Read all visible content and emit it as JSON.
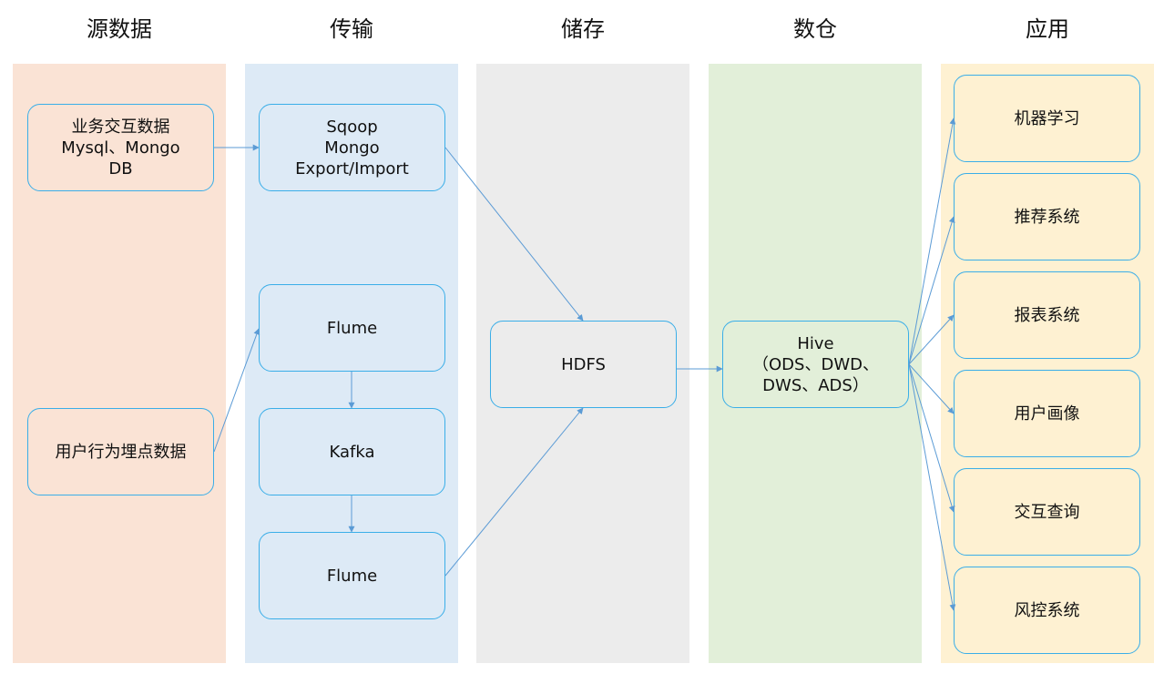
{
  "columns": {
    "source": "源数据",
    "transport": "传输",
    "storage": "储存",
    "warehouse": "数仓",
    "application": "应用"
  },
  "colors": {
    "lane_source": "#fae3d5",
    "lane_transport": "#ddeaf6",
    "lane_storage": "#ececec",
    "lane_warehouse": "#e2efd9",
    "lane_application": "#fef1d2",
    "node_border": "#3aaee8",
    "arrow": "#5b9bd5"
  },
  "nodes": {
    "business_data": [
      "业务交互数据",
      "Mysql、Mongo",
      "DB"
    ],
    "user_tracking": [
      "用户行为埋点数据"
    ],
    "sqoop": [
      "Sqoop",
      "Mongo",
      "Export/Import"
    ],
    "flume1": [
      "Flume"
    ],
    "kafka": [
      "Kafka"
    ],
    "flume2": [
      "Flume"
    ],
    "hdfs": [
      "HDFS"
    ],
    "hive": [
      "Hive",
      "（ODS、DWD、",
      "DWS、ADS）"
    ],
    "app_ml": [
      "机器学习"
    ],
    "app_recommend": [
      "推荐系统"
    ],
    "app_report": [
      "报表系统"
    ],
    "app_profile": [
      "用户画像"
    ],
    "app_query": [
      "交互查询"
    ],
    "app_risk": [
      "风控系统"
    ]
  }
}
